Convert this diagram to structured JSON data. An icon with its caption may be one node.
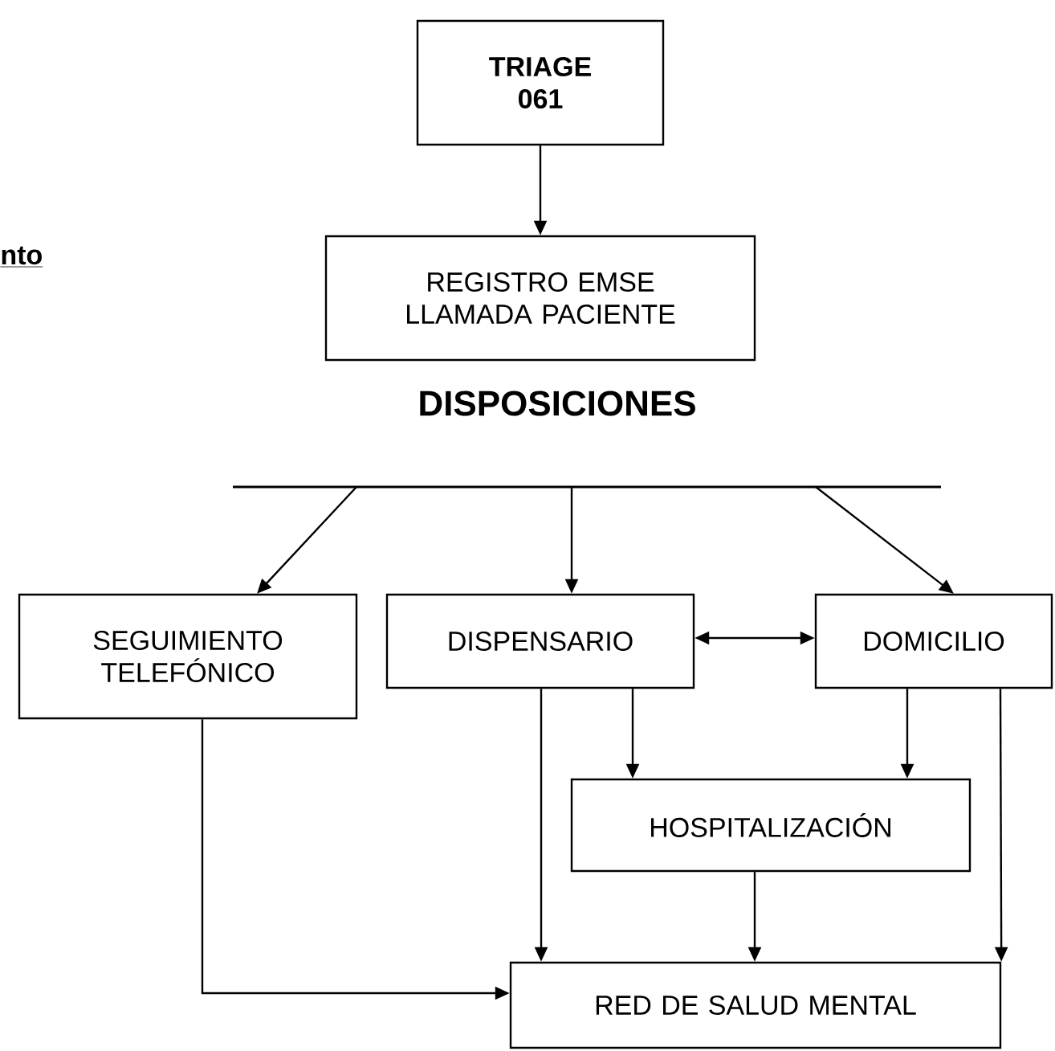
{
  "diagram": {
    "nodes": [
      {
        "text": [
          "TRIAGE 061"
        ]
      },
      {
        "text": [
          "REGISTRO EMSE LLAMADA PACIENTE"
        ]
      },
      {
        "text": [],
        "shape": "bar"
      },
      {
        "text": [
          "SEGUIMIENTO TELEFÓNICO"
        ]
      },
      {
        "text": [
          "DISPENSARIO"
        ]
      },
      {
        "text": [
          "DOMICILIO"
        ]
      },
      {
        "text": [
          "HOSPITALIZACIÓN"
        ]
      },
      {
        "text": [
          "RED DE SALUD MENTAL"
        ]
      }
    ],
    "edges": [
      {
        "from": 0,
        "to": 1,
        "arrow": "to"
      },
      {
        "from": 2,
        "to": 3,
        "arrow": "to"
      },
      {
        "from": 2,
        "to": 4,
        "arrow": "to"
      },
      {
        "from": 2,
        "to": 5,
        "arrow": "to"
      },
      {
        "from": 4,
        "to": 5,
        "arrow": "both"
      },
      {
        "from": 4,
        "to": 6,
        "arrow": "to"
      },
      {
        "from": 5,
        "to": 6,
        "arrow": "to"
      },
      {
        "from": 4,
        "to": 7,
        "arrow": "to"
      },
      {
        "from": 6,
        "to": 7,
        "arrow": "to"
      },
      {
        "from": 5,
        "to": 7,
        "arrow": "to"
      },
      {
        "from": 3,
        "to": 7,
        "arrow": "to"
      }
    ],
    "labels": [
      "nto",
      "DISPOSICIONES"
    ]
  }
}
